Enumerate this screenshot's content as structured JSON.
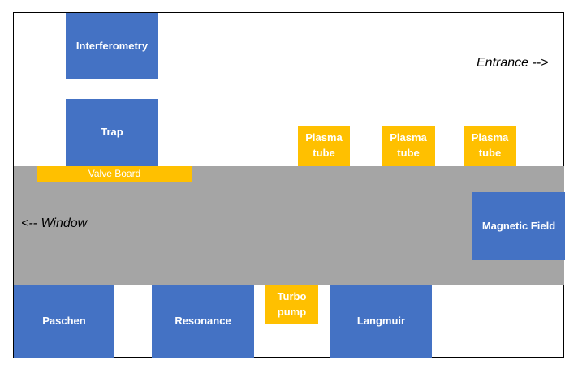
{
  "diagram": {
    "colors": {
      "block": "#4472c4",
      "small_component": "#ffc000",
      "chamber": "#a5a5a5",
      "text_on_block": "#ffffff",
      "border": "#000000"
    },
    "labels": {
      "interferometry": "Interferometry",
      "trap": "Trap",
      "valve_board": "Valve Board",
      "plasma_tube_1": "Plasma\ntube",
      "plasma_tube_2": "Plasma\ntube",
      "plasma_tube_3": "Plasma\ntube",
      "entrance": "Entrance -->",
      "window": "<-- Window",
      "magnetic_field": "Magnetic Field",
      "paschen": "Paschen",
      "resonance": "Resonance",
      "turbo_pump": "Turbo\npump",
      "langmuir": "Langmuir"
    }
  }
}
